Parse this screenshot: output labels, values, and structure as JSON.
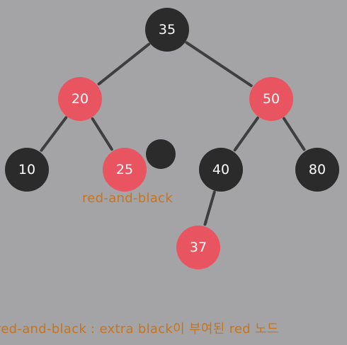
{
  "colors": {
    "background": "#a4a4a6",
    "red_node": "#e85560",
    "black_node": "#2b2b2c",
    "edge": "#3e3e3f",
    "annotation_text": "#c8741e"
  },
  "tree": {
    "nodes": [
      {
        "id": "n35",
        "value": "35",
        "color": "black"
      },
      {
        "id": "n20",
        "value": "20",
        "color": "red"
      },
      {
        "id": "n50",
        "value": "50",
        "color": "red"
      },
      {
        "id": "n10",
        "value": "10",
        "color": "black"
      },
      {
        "id": "n25",
        "value": "25",
        "color": "red",
        "extra_black": true
      },
      {
        "id": "n40",
        "value": "40",
        "color": "black"
      },
      {
        "id": "n80",
        "value": "80",
        "color": "black"
      },
      {
        "id": "n37",
        "value": "37",
        "color": "red"
      }
    ],
    "edges": [
      {
        "from": "n35",
        "to": "n20"
      },
      {
        "from": "n35",
        "to": "n50"
      },
      {
        "from": "n20",
        "to": "n10"
      },
      {
        "from": "n20",
        "to": "n25"
      },
      {
        "from": "n50",
        "to": "n40"
      },
      {
        "from": "n50",
        "to": "n80"
      },
      {
        "from": "n40",
        "to": "n37"
      }
    ]
  },
  "annotation": {
    "label": "red-and-black"
  },
  "caption": {
    "text": "red-and-black : extra black이 부여된 red 노드"
  }
}
